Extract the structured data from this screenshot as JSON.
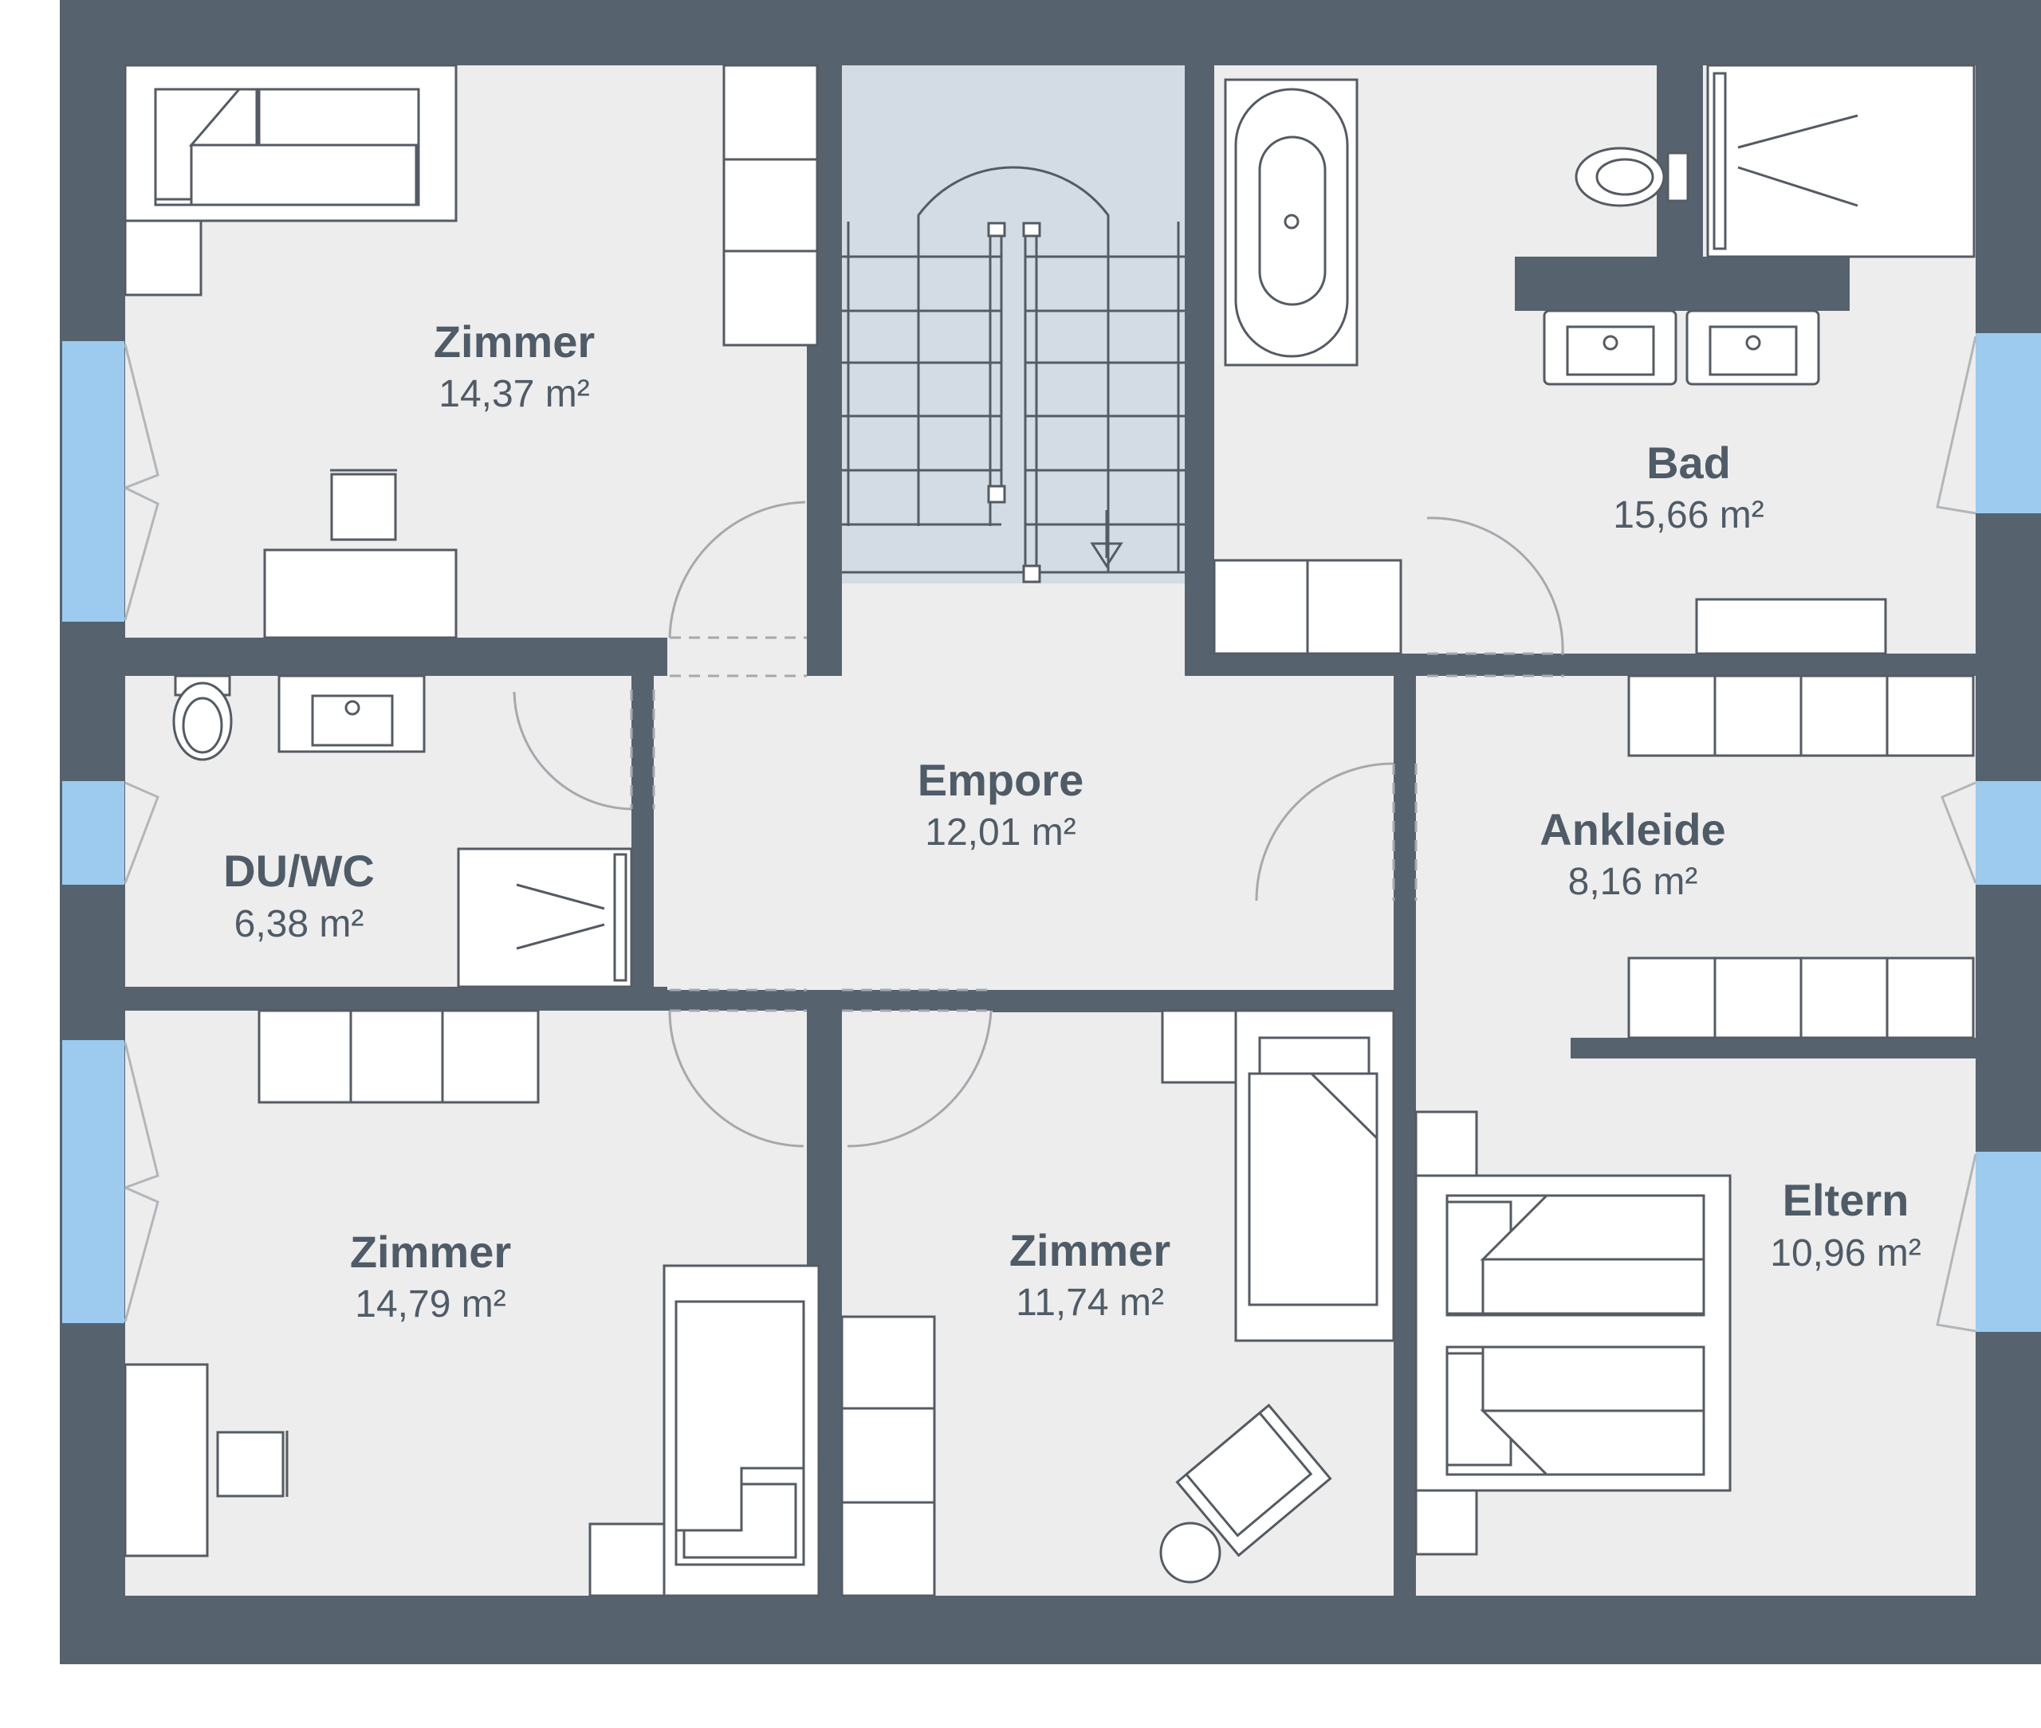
{
  "colors": {
    "wall": "#56636f",
    "floor": "#ededed",
    "stairwell": "#d3dce5",
    "window": "#9ccbef",
    "label": "#4f5b67"
  },
  "rooms": [
    {
      "id": "zimmer-nw",
      "name": "Zimmer",
      "area": "14,37 m²"
    },
    {
      "id": "bad",
      "name": "Bad",
      "area": "15,66 m²"
    },
    {
      "id": "empore",
      "name": "Empore",
      "area": "12,01 m²"
    },
    {
      "id": "ankleide",
      "name": "Ankleide",
      "area": "8,16 m²"
    },
    {
      "id": "duwc",
      "name": "DU/WC",
      "area": "6,38 m²"
    },
    {
      "id": "eltern",
      "name": "Eltern",
      "area": "10,96 m²"
    },
    {
      "id": "zimmer-sw",
      "name": "Zimmer",
      "area": "14,79 m²"
    },
    {
      "id": "zimmer-s",
      "name": "Zimmer",
      "area": "11,74 m²"
    }
  ]
}
